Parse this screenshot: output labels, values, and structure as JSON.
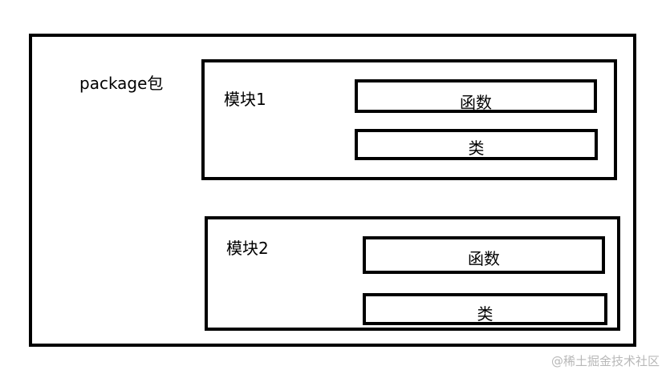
{
  "diagram": {
    "package": {
      "label": "package包",
      "modules": [
        {
          "label": "模块1",
          "items": [
            "函数",
            "类"
          ]
        },
        {
          "label": "模块2",
          "items": [
            "函数",
            "类"
          ]
        }
      ]
    }
  },
  "watermark": "@稀土掘金技术社区",
  "colors": {
    "stroke": "#000000",
    "background": "#ffffff",
    "watermark": "#b8b8b8"
  }
}
